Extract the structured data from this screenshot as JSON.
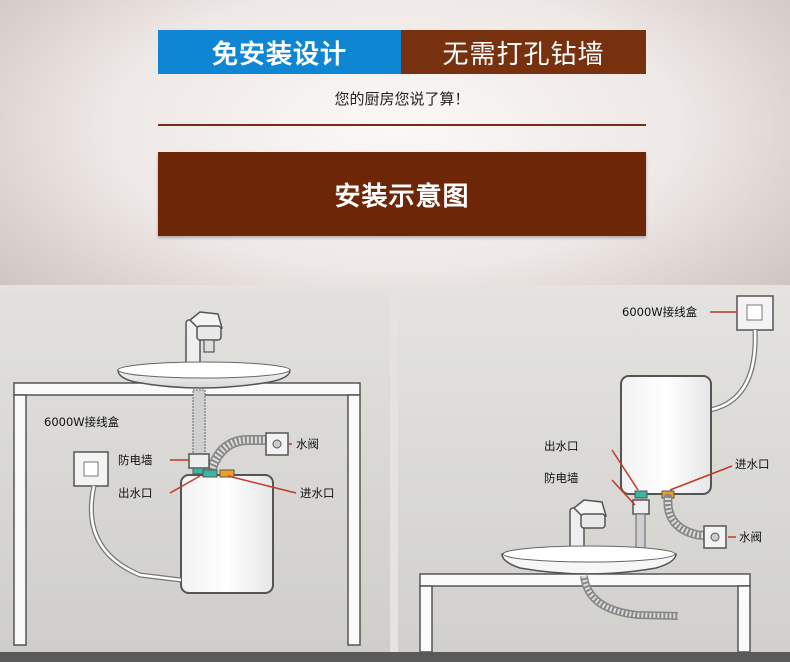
{
  "header": {
    "feature_tab": "免安装设计",
    "feature_tab_right": "无需打孔钻墙",
    "tagline": "您的厨房您说了算！",
    "section_title": "安装示意图"
  },
  "left_diagram": {
    "labels": {
      "junction_box": "6000W接线盒",
      "anti_shock": "防电墙",
      "outlet": "出水口",
      "valve": "水阀",
      "inlet": "进水口"
    }
  },
  "right_diagram": {
    "labels": {
      "junction_box": "6000W接线盒",
      "outlet": "出水口",
      "anti_shock": "防电墙",
      "inlet": "进水口",
      "valve": "水阀"
    }
  },
  "colors": {
    "blue_tab": "#0e86d4",
    "brown_tab": "#77310f",
    "banner": "#6d2708",
    "panel_bg": "#d7d6d2"
  },
  "icons": [
    "faucet-icon",
    "sink-icon",
    "heater-icon",
    "hose-icon",
    "junction-box-icon",
    "valve-icon"
  ]
}
